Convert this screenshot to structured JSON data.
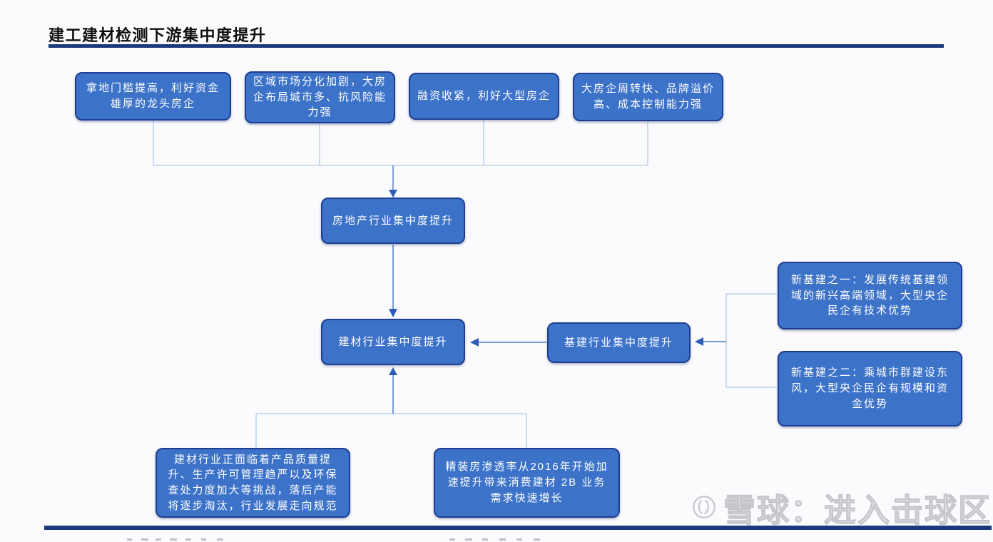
{
  "header": {
    "title": "建工建材检测下游集中度提升"
  },
  "flowchart": {
    "top_row": [
      {
        "text": "拿地门槛提高，利好资金雄厚的龙头房企"
      },
      {
        "text": "区域市场分化加剧，大房企布局城市多、抗风险能力强"
      },
      {
        "text": "融资收紧，利好大型房企"
      },
      {
        "text": "大房企周转快、品牌溢价高、成本控制能力强"
      }
    ],
    "mid": {
      "real_estate": "房地产行业集中度提升",
      "building_materials": "建材行业集中度提升",
      "infrastructure": "基建行业集中度提升"
    },
    "right": [
      {
        "text": "新基建之一：发展传统基建领域的新兴高端领域，大型央企民企有技术优势"
      },
      {
        "text": "新基建之二：乘城市群建设东风，大型央企民企有规模和资金优势"
      }
    ],
    "bottom": [
      {
        "text": "建材行业正面临着产品质量提升、生产许可管理趋严以及环保查处力度加大等挑战，落后产能将逐步淘汰，行业发展走向规范"
      },
      {
        "text": "精装房渗透率从2016年开始加速提升带来消费建材 2B 业务需求快速增长"
      }
    ],
    "colors": {
      "box_fill": "#3c72c8",
      "box_border": "#1e3e92",
      "connector": "#9abde8",
      "arrow_stem": "#4a7ccc",
      "arrow_head": "#2d5cb8",
      "rule": "#1b3a7e"
    }
  },
  "watermark": {
    "brand": "雪球",
    "text": "雪球：进入击球区"
  }
}
